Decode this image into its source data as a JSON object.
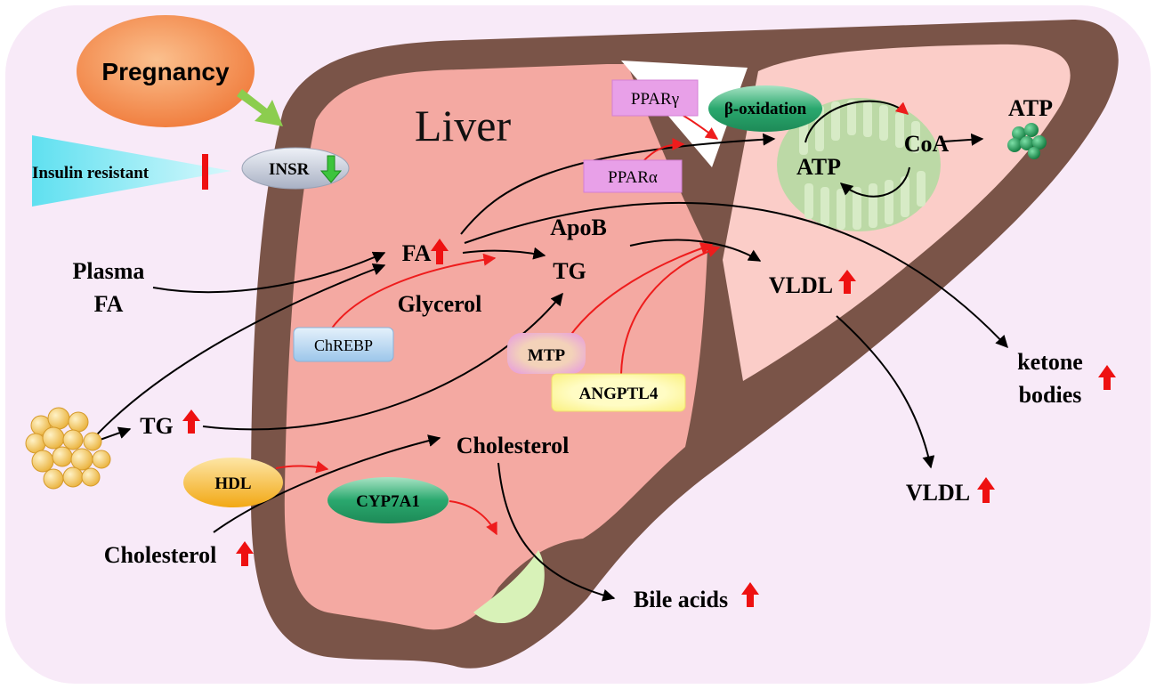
{
  "colors": {
    "background": "#f8eaf8",
    "liver_outline": "#7a5448",
    "liver_left_fill": "#f4a9a2",
    "liver_right_fill": "#fbcdc8",
    "mitochondrion_fill": "#bcd9a6",
    "mitochondrion_ridge": "#d7ebc6",
    "gallbladder_fill": "#d8f2b8",
    "black_arrow": "#000000",
    "regulator_arrow": "#ee1c1c",
    "up_arrow": "#ee1111",
    "down_arrow": "#22aa22",
    "atp_sphere": "#1a9a55",
    "pregnancy_fill": "#f4894a",
    "pregnancy_arrow": "#8ccd4f",
    "insulin_wedge": "#5fe0f0",
    "insr_fill": "#c9cfdc",
    "ppar_fill": "#e8a0e8",
    "oxidation_fill": "#2aa86e",
    "chrebp_fill": "#b8d6f0",
    "mtp_fill": "#f0c6a8",
    "angptl4_fill": "#fff9a8",
    "hdl_fill": "#f7b81c",
    "cyp7a1_fill": "#2aa86e",
    "fat_droplet": "#f3c344"
  },
  "labels": {
    "liver": "Liver",
    "pregnancy": "Pregnancy",
    "insulin_resistant": "Insulin resistant",
    "insr": "INSR",
    "ppar_gamma": "PPARγ",
    "ppar_alpha": "PPARα",
    "beta_oxidation": "β-oxidation",
    "coa": "CoA",
    "atp_inside": "ATP",
    "atp_output": "ATP",
    "fa": "FA",
    "apob": "ApoB",
    "tg_liver": "TG",
    "glycerol": "Glycerol",
    "chrebp": "ChREBP",
    "plasma_fa_line1": "Plasma",
    "plasma_fa_line2": "FA",
    "tg_plasma": "TG",
    "mtp": "MTP",
    "angptl4": "ANGPTL4",
    "vldl_liver": "VLDL",
    "vldl_secreted": "VLDL",
    "ketone_line1": "ketone",
    "ketone_line2": "bodies",
    "cholesterol_liver": "Cholesterol",
    "cholesterol_plasma": "Cholesterol",
    "hdl": "HDL",
    "cyp7a1": "CYP7A1",
    "bile_acids": "Bile acids"
  },
  "icons": [
    "up-arrow-icon",
    "down-arrow-icon",
    "inhibition-bar-icon",
    "atp-spheres-icon",
    "adipocyte-cluster-icon"
  ]
}
